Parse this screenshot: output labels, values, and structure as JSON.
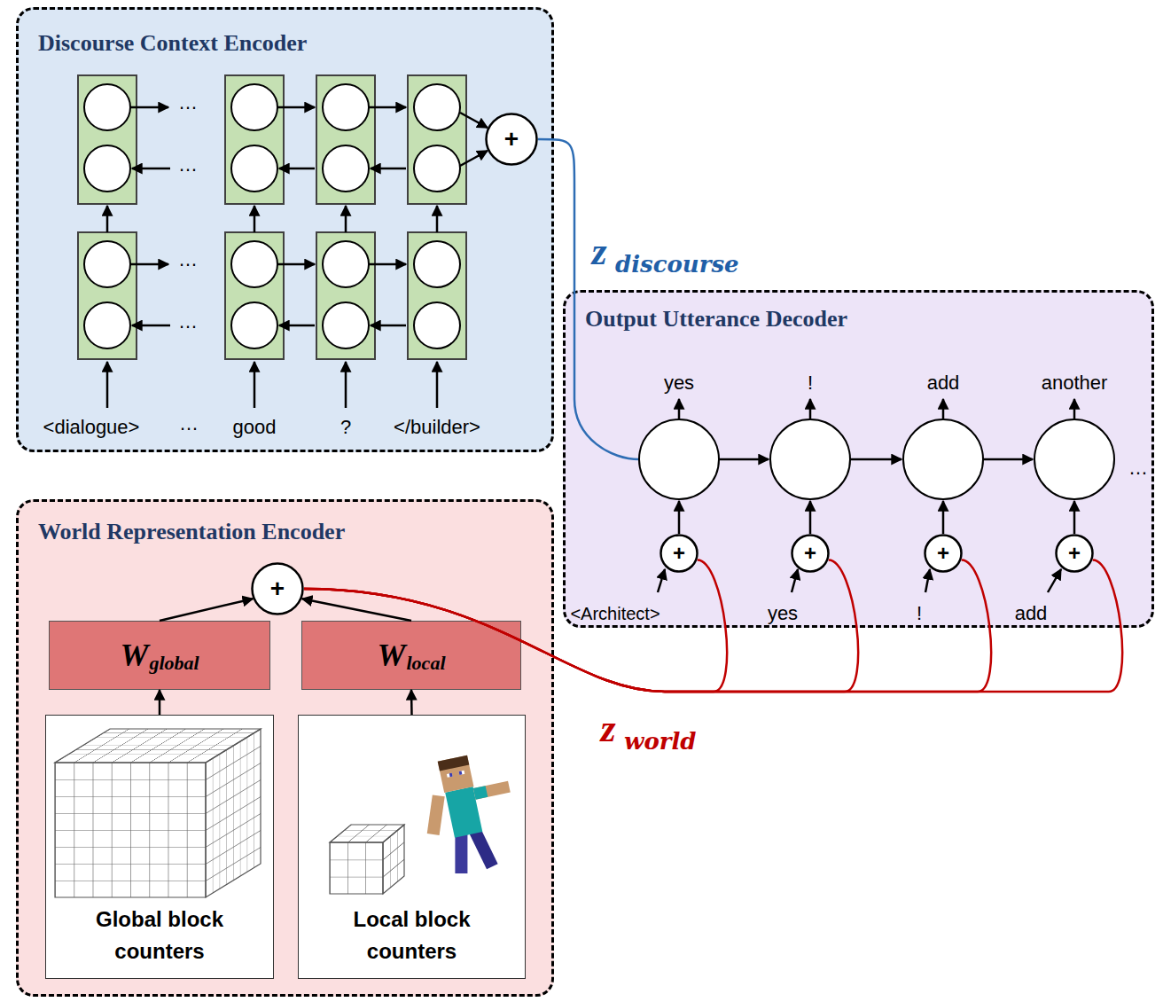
{
  "diagram": {
    "nodes": [
      {
        "text": [
          "Discourse Context Encoder"
        ]
      },
      {
        "text": [
          "+"
        ],
        "in": 0
      },
      {
        "text": [
          "Output Utterance Decoder"
        ]
      },
      {
        "text": [
          "+"
        ],
        "in": 2
      },
      {
        "text": [
          "+"
        ],
        "in": 2
      },
      {
        "text": [
          "+"
        ],
        "in": 2
      },
      {
        "text": [
          "+"
        ],
        "in": 2
      },
      {
        "text": [
          "World Representation Encoder"
        ]
      },
      {
        "text": [
          "+"
        ],
        "in": 7
      },
      {
        "text": [
          "W",
          "global"
        ],
        "in": 7
      },
      {
        "text": [
          "W",
          "local"
        ],
        "in": 7
      },
      {
        "text": [
          "Global block counters"
        ],
        "in": 7
      },
      {
        "text": [
          "Local block counters"
        ],
        "in": 7
      }
    ],
    "edges": [
      {
        "from": 1,
        "to": 2,
        "arrow": "none"
      },
      {
        "from": 8,
        "to": 3,
        "arrow": "none"
      },
      {
        "from": 8,
        "to": 4,
        "arrow": "none"
      },
      {
        "from": 8,
        "to": 5,
        "arrow": "none"
      },
      {
        "from": 8,
        "to": 6,
        "arrow": "none"
      },
      {
        "from": 9,
        "to": 8,
        "arrow": "to"
      },
      {
        "from": 10,
        "to": 8,
        "arrow": "to"
      },
      {
        "from": 11,
        "to": 9,
        "arrow": "to"
      },
      {
        "from": 12,
        "to": 10,
        "arrow": "to"
      }
    ],
    "labels": [
      "…",
      "…",
      "…",
      "…",
      "<dialogue>",
      "…",
      "good",
      "?",
      "</builder>",
      "z",
      "discourse",
      "yes",
      "!",
      "add",
      "another",
      "<Architect>",
      "yes",
      "!",
      "add",
      "…",
      "z",
      "world"
    ]
  }
}
